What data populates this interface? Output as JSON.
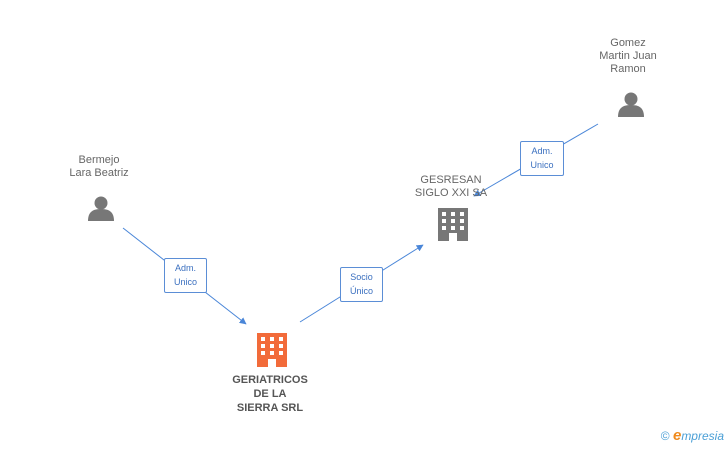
{
  "nodes": {
    "bermejo": {
      "line1": "Bermejo",
      "line2": "Lara Beatriz",
      "type": "person"
    },
    "gomez": {
      "line1": "Gomez",
      "line2": "Martin Juan",
      "line3": "Ramon",
      "type": "person"
    },
    "gesresan": {
      "line1": "GESRESAN",
      "line2": "SIGLO XXI SA",
      "type": "company"
    },
    "geriatricos": {
      "line1": "GERIATRICOS",
      "line2": "DE LA",
      "line3": "SIERRA SRL",
      "type": "company-main"
    }
  },
  "relations": {
    "bermejo_to_geriatricos": {
      "line1": "Adm.",
      "line2": "Unico"
    },
    "geriatricos_to_gesresan": {
      "line1": "Socio",
      "line2": "Único"
    },
    "gomez_to_gesresan": {
      "line1": "Adm.",
      "line2": "Unico"
    }
  },
  "colors": {
    "person_icon": "#777777",
    "company_icon": "#777777",
    "main_company_icon": "#f26b3a",
    "edge": "#4a86d8",
    "relation_border": "#5b8ed6",
    "relation_text": "#3a6fbf"
  },
  "watermark": {
    "symbol": "©",
    "brand_initial": "e",
    "brand_rest": "mpresia"
  }
}
